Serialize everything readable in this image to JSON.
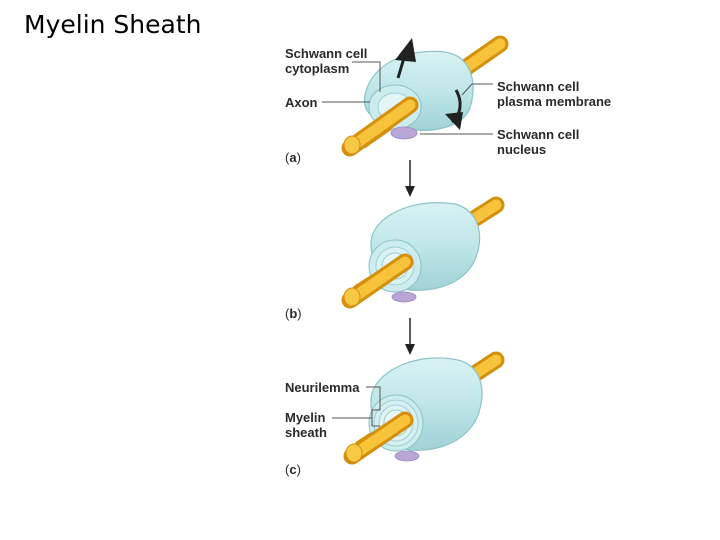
{
  "slide": {
    "title": "Myelin Sheath"
  },
  "labels": {
    "schwann_cytoplasm_1": "Schwann cell",
    "schwann_cytoplasm_2": "cytoplasm",
    "axon": "Axon",
    "plasma_membrane_1": "Schwann cell",
    "plasma_membrane_2": "plasma membrane",
    "nucleus_1": "Schwann cell",
    "nucleus_2": "nucleus",
    "neurilemma": "Neurilemma",
    "myelin_1": "Myelin",
    "myelin_2": "sheath"
  },
  "panels": {
    "a": "a",
    "b": "b",
    "c": "c"
  },
  "colors": {
    "axon": "#f2b21a",
    "axon_dark": "#d48f0c",
    "schwann": "#bfe6e8",
    "schwann_edge": "#8cc3c8",
    "nucleus": "#b9a6d6",
    "leader": "#555555"
  }
}
